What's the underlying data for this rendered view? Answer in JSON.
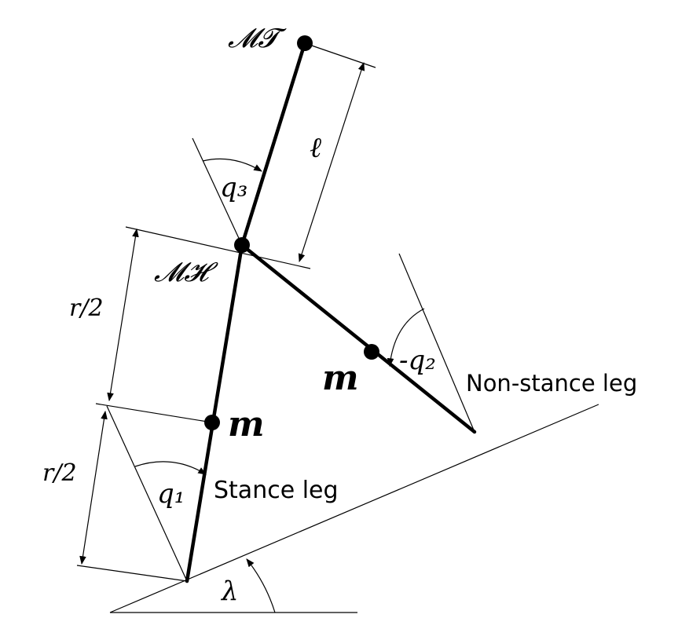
{
  "labels": {
    "torso_mass": "𝓜𝓣",
    "hip_mass": "𝓜𝓗",
    "leg_mass_stance": "m",
    "leg_mass_swing": "m",
    "torso_length": "ℓ",
    "half_leg_upper": "r/2",
    "half_leg_lower": "r/2",
    "angle_q1": "q₁",
    "angle_q2": "-q₂",
    "angle_q3": "q₃",
    "slope_angle": "λ",
    "stance_leg": "Stance leg",
    "non_stance_leg": "Non-stance leg"
  }
}
